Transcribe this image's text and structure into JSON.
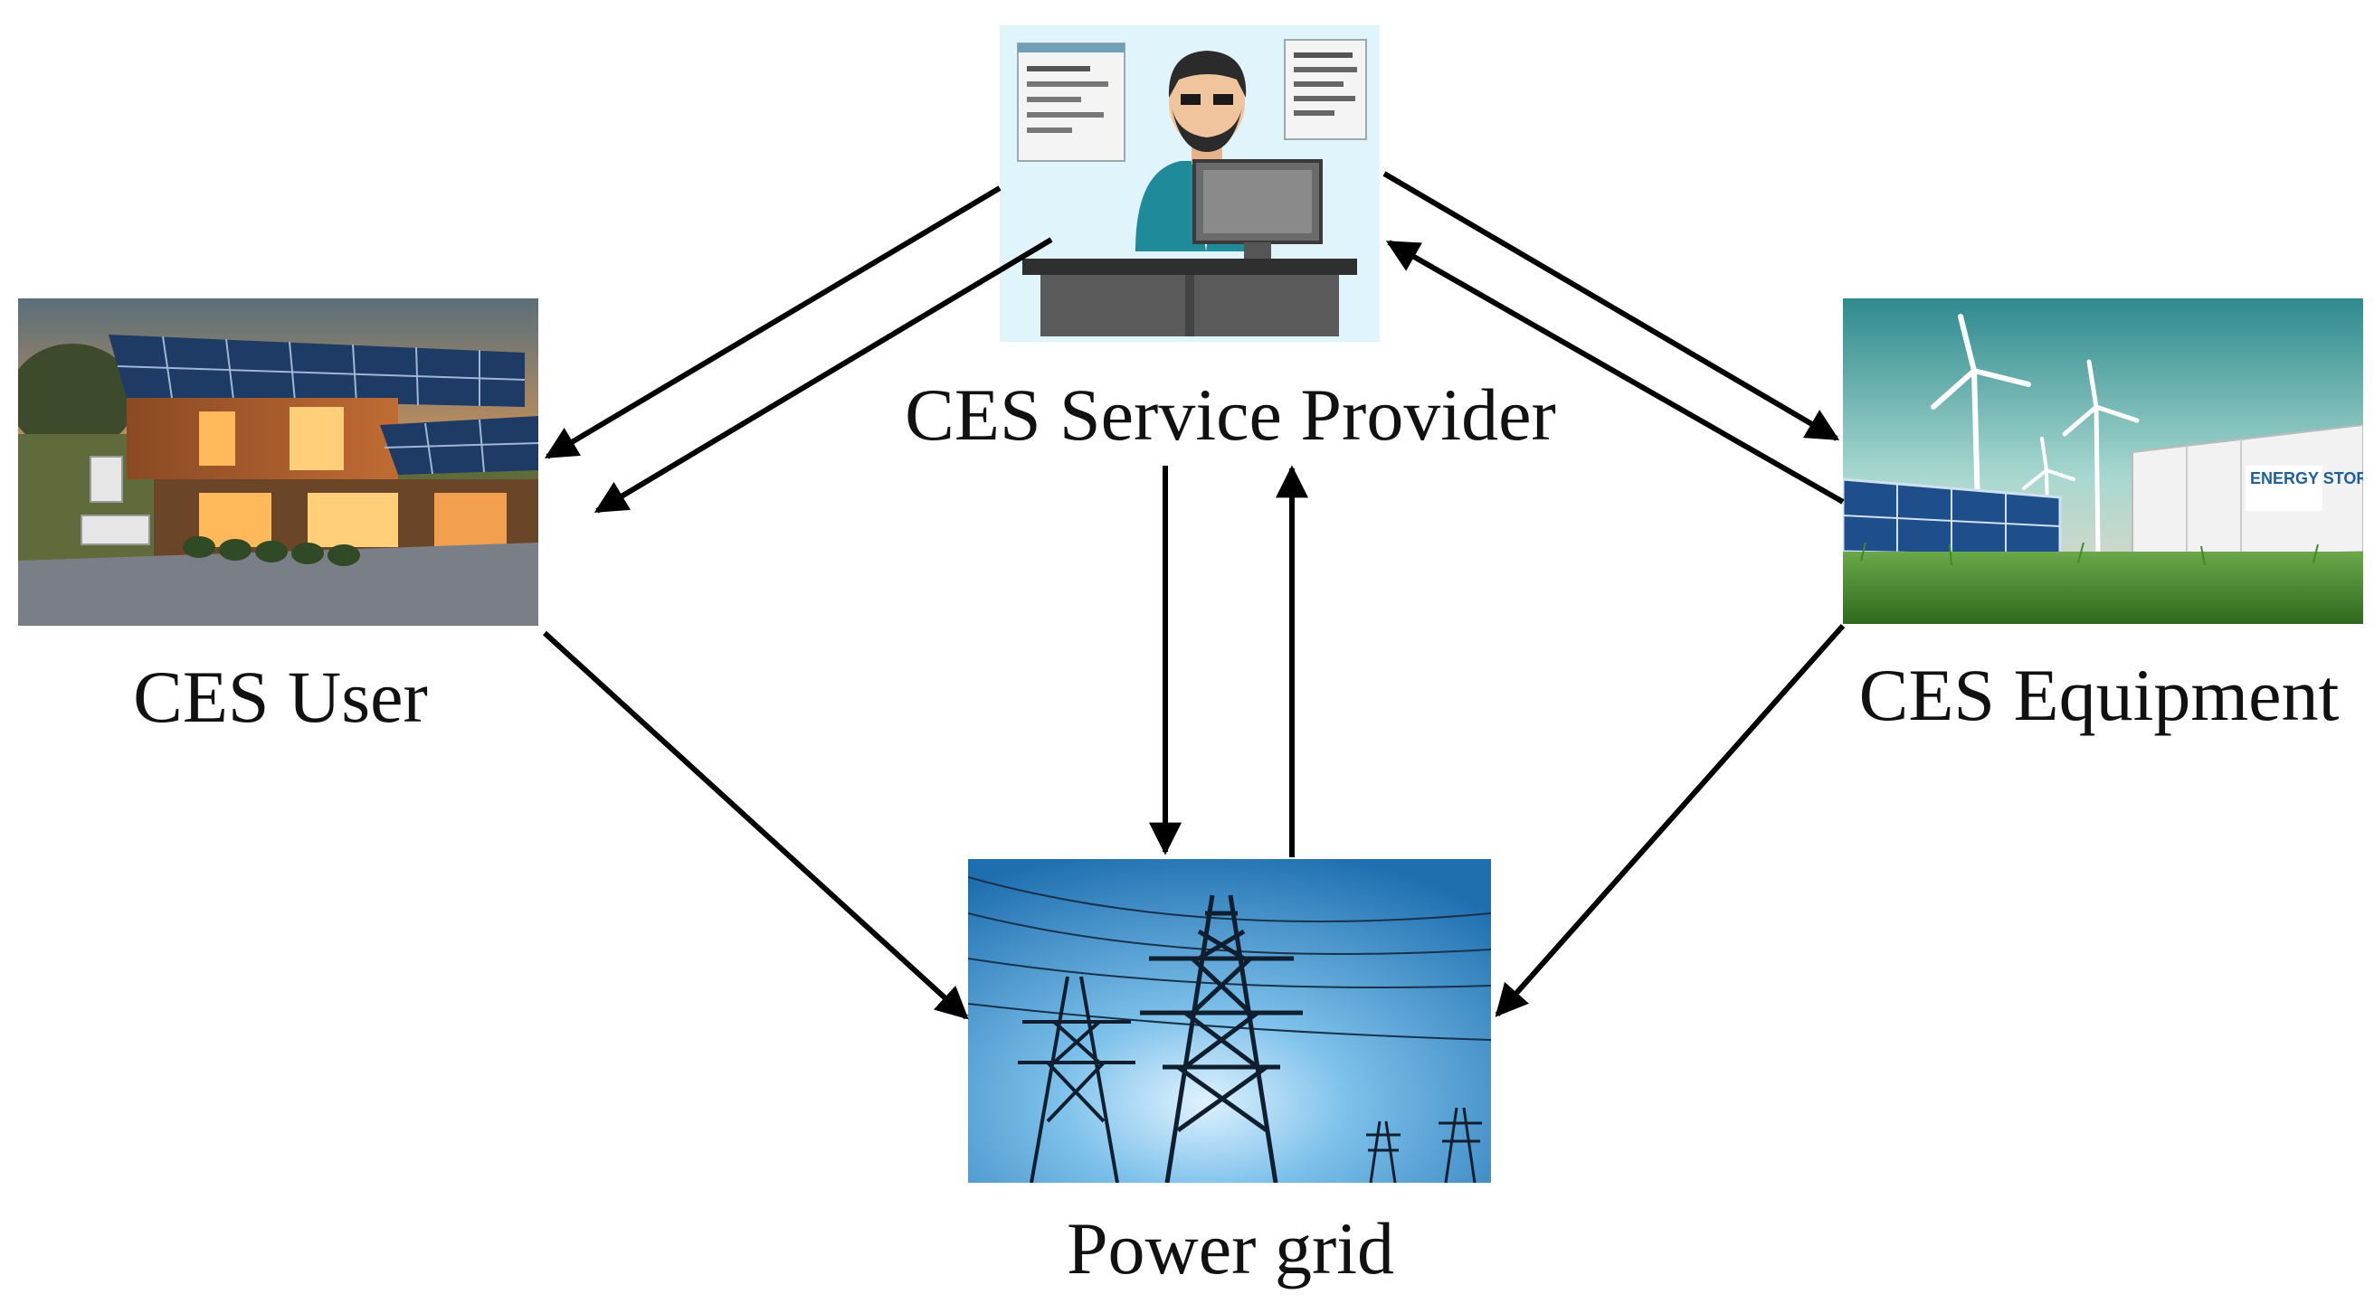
{
  "nodes": {
    "provider": {
      "label": "CES Service Provider"
    },
    "user": {
      "label": "CES User"
    },
    "equipment": {
      "label": "CES Equipment",
      "sign_text": "ENERGY STORAGE"
    },
    "grid": {
      "label": "Power grid"
    }
  },
  "colors": {
    "arrow": "#000000",
    "provider_bg": "#dff4fb",
    "grid_sky": "#3b8fd0",
    "sunset": "#e79a52",
    "grass": "#3f8a2a"
  },
  "edges": [
    {
      "from": "provider",
      "to": "user"
    },
    {
      "from": "provider",
      "to": "user"
    },
    {
      "from": "provider",
      "to": "equipment"
    },
    {
      "from": "equipment",
      "to": "provider"
    },
    {
      "from": "provider",
      "to": "grid"
    },
    {
      "from": "grid",
      "to": "provider"
    },
    {
      "from": "user",
      "to": "grid"
    },
    {
      "from": "equipment",
      "to": "grid"
    }
  ]
}
